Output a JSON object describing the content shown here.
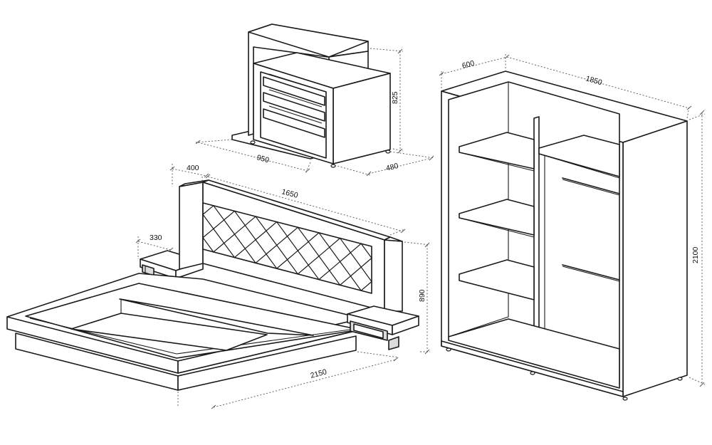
{
  "dimensions": {
    "dresser": {
      "width": "950",
      "depth": "480",
      "height": "825"
    },
    "bed": {
      "headboard_depth": "400",
      "width": "1650",
      "length": "2150",
      "height": "890",
      "nightstand_depth": "330"
    },
    "wardrobe": {
      "depth": "600",
      "width": "1850",
      "height": "2100"
    }
  }
}
